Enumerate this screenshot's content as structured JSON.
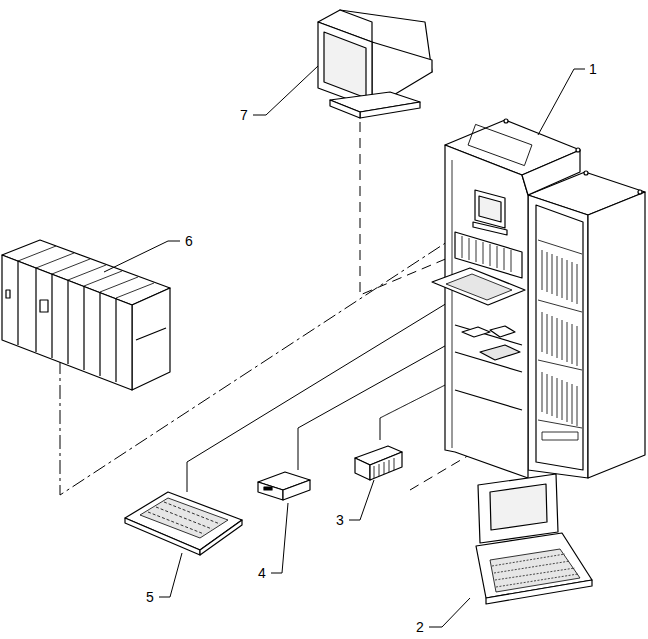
{
  "diagram": {
    "labels": [
      "1",
      "7",
      "6",
      "3",
      "4",
      "5",
      "2"
    ]
  }
}
